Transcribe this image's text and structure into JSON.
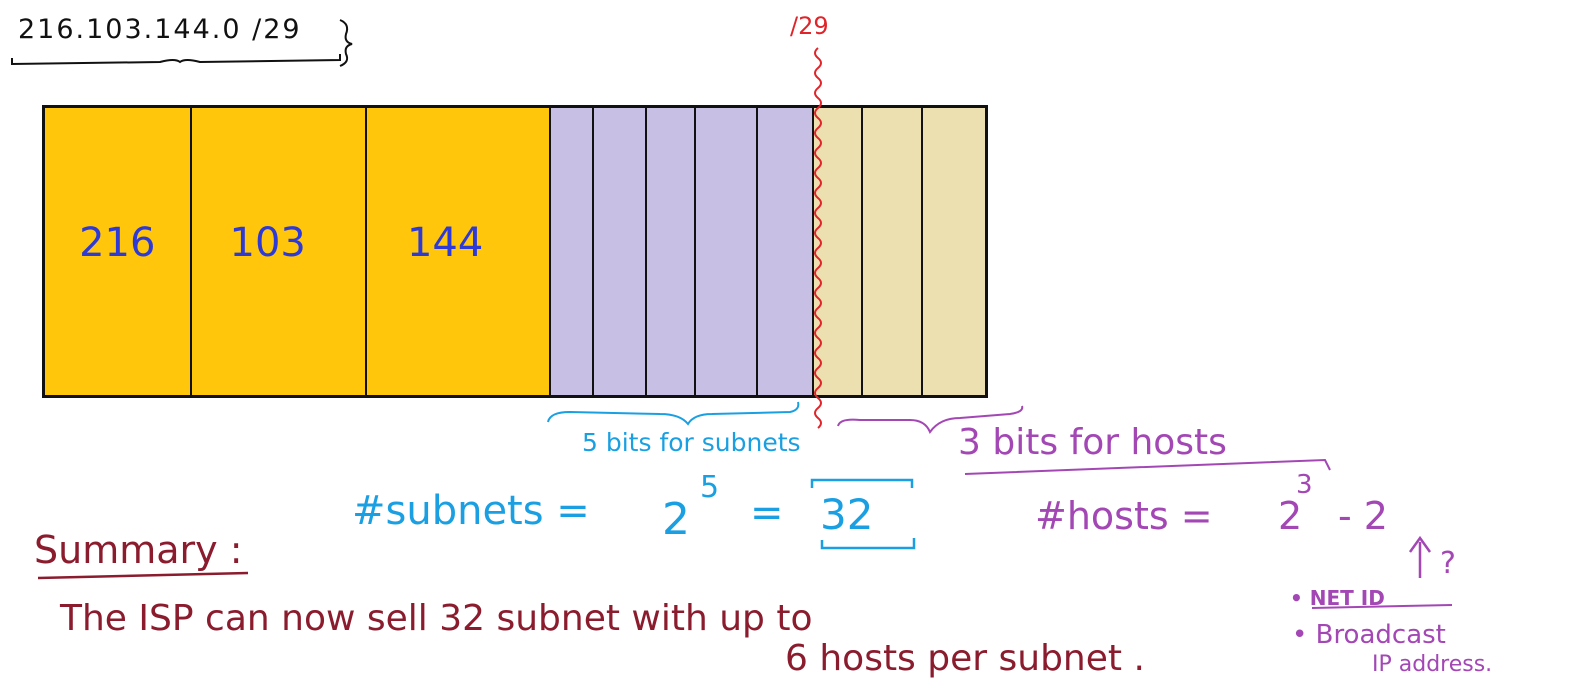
{
  "header": {
    "address": "216.103.144.0 /29"
  },
  "prefix_marker": "/29",
  "octets": [
    {
      "label": "216"
    },
    {
      "label": "103"
    },
    {
      "label": "144"
    }
  ],
  "subnet_bits": 5,
  "host_bits": 3,
  "braces": {
    "subnet_label": "5 bits for subnets",
    "host_label": "3 bits for hosts"
  },
  "formulas": {
    "subnets_lhs": "#subnets =",
    "subnets_base": "2",
    "subnets_exp": "5",
    "subnets_eq": "=",
    "subnets_result": "32",
    "hosts_lhs": "#hosts =",
    "hosts_base": "2",
    "hosts_exp": "3",
    "hosts_minus": "- 2",
    "question_mark": "?"
  },
  "notes": {
    "item1": "• NET ID",
    "item2": "• Broadcast",
    "item2_cont": "IP address."
  },
  "summary": {
    "title": "Summary :",
    "line1": "The ISP can now sell 32 subnet with up to",
    "line2": "6 hosts per subnet ."
  },
  "colors": {
    "octet_fill": "#ffc60b",
    "subnet_fill": "#c8c0e4",
    "host_fill": "#ede0b0",
    "red_ink": "#e0242a",
    "cyan_ink": "#1aa0e2",
    "purple_ink": "#a347b5",
    "maroon_ink": "#8a1c2e"
  }
}
